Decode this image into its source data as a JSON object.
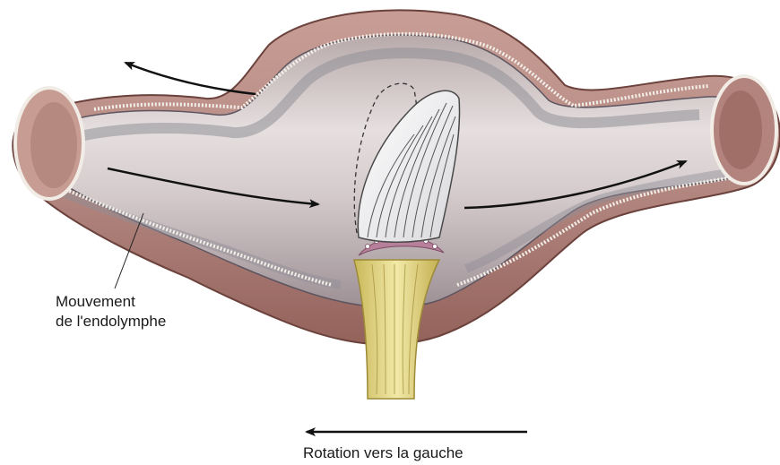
{
  "labels": {
    "endolymph_line1": "Mouvement",
    "endolymph_line2": "de l'endolymphe",
    "rotation": "Rotation vers la gauche"
  },
  "colors": {
    "outer_wall": "#b98f88",
    "outer_wall_dark": "#8e5f58",
    "inner_lumen": "#c9bfc0",
    "inner_lumen_light": "#e4dede",
    "membrane_gray": "#8f8f96",
    "cupula": "#f5f5f5",
    "nerve": "#e7d98a",
    "hair_cells": "#b67f9a",
    "arrow": "#111111"
  }
}
